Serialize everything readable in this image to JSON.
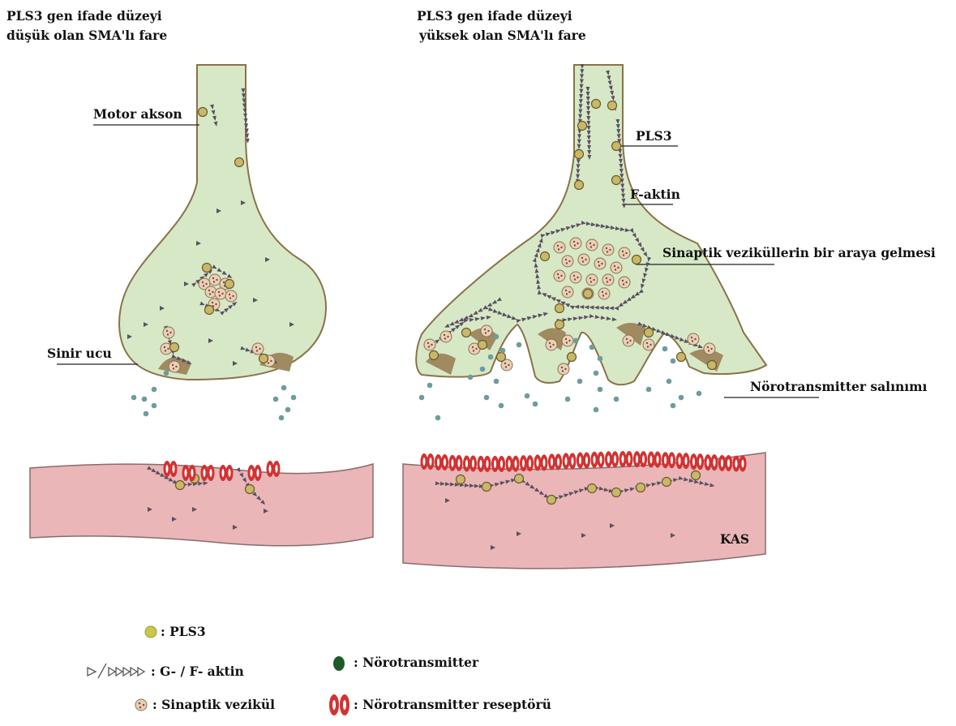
{
  "titles": {
    "left_line1": "PLS3 gen ifade düzeyi",
    "left_line2": "düşük olan SMA'lı fare",
    "right_line1": "PLS3 gen ifade düzeyi",
    "right_line2": "yüksek olan SMA'lı fare"
  },
  "labels": {
    "motor_akson": "Motor akson",
    "sinir_ucu": "Sinir ucu",
    "pls3": "PLS3",
    "f_aktin": "F-aktin",
    "sinaptik_vezikul_bir_araya": "Sinaptik veziküllerin bir araya gelmesi",
    "norotransmitter_salinimi": "Nörotransmitter salınımı",
    "kas": "KAS"
  },
  "legend": {
    "pls3": ": PLS3",
    "aktin": ": G- / F- aktin",
    "sinaptik_vezikul": ": Sinaptik vezikül",
    "norotransmitter": ": Nörotransmitter",
    "reseptor": ": Nörotransmitter reseptörü"
  },
  "colors": {
    "neuron_fill": "#d7e8c7",
    "neuron_stroke": "#8a7248",
    "muscle_fill": "#eab6b7",
    "muscle_stroke": "#8a6b6b",
    "pls3": "#c9b86a",
    "pls3_stroke": "#6b5a2a",
    "vesicle": "#e8d0ba",
    "neurotransmitter": "#6e9c9c",
    "receptor": "#d23232",
    "actin": "#5a5060",
    "legend_pls3": "#c9c84a",
    "legend_nt": "#1e5a28"
  }
}
